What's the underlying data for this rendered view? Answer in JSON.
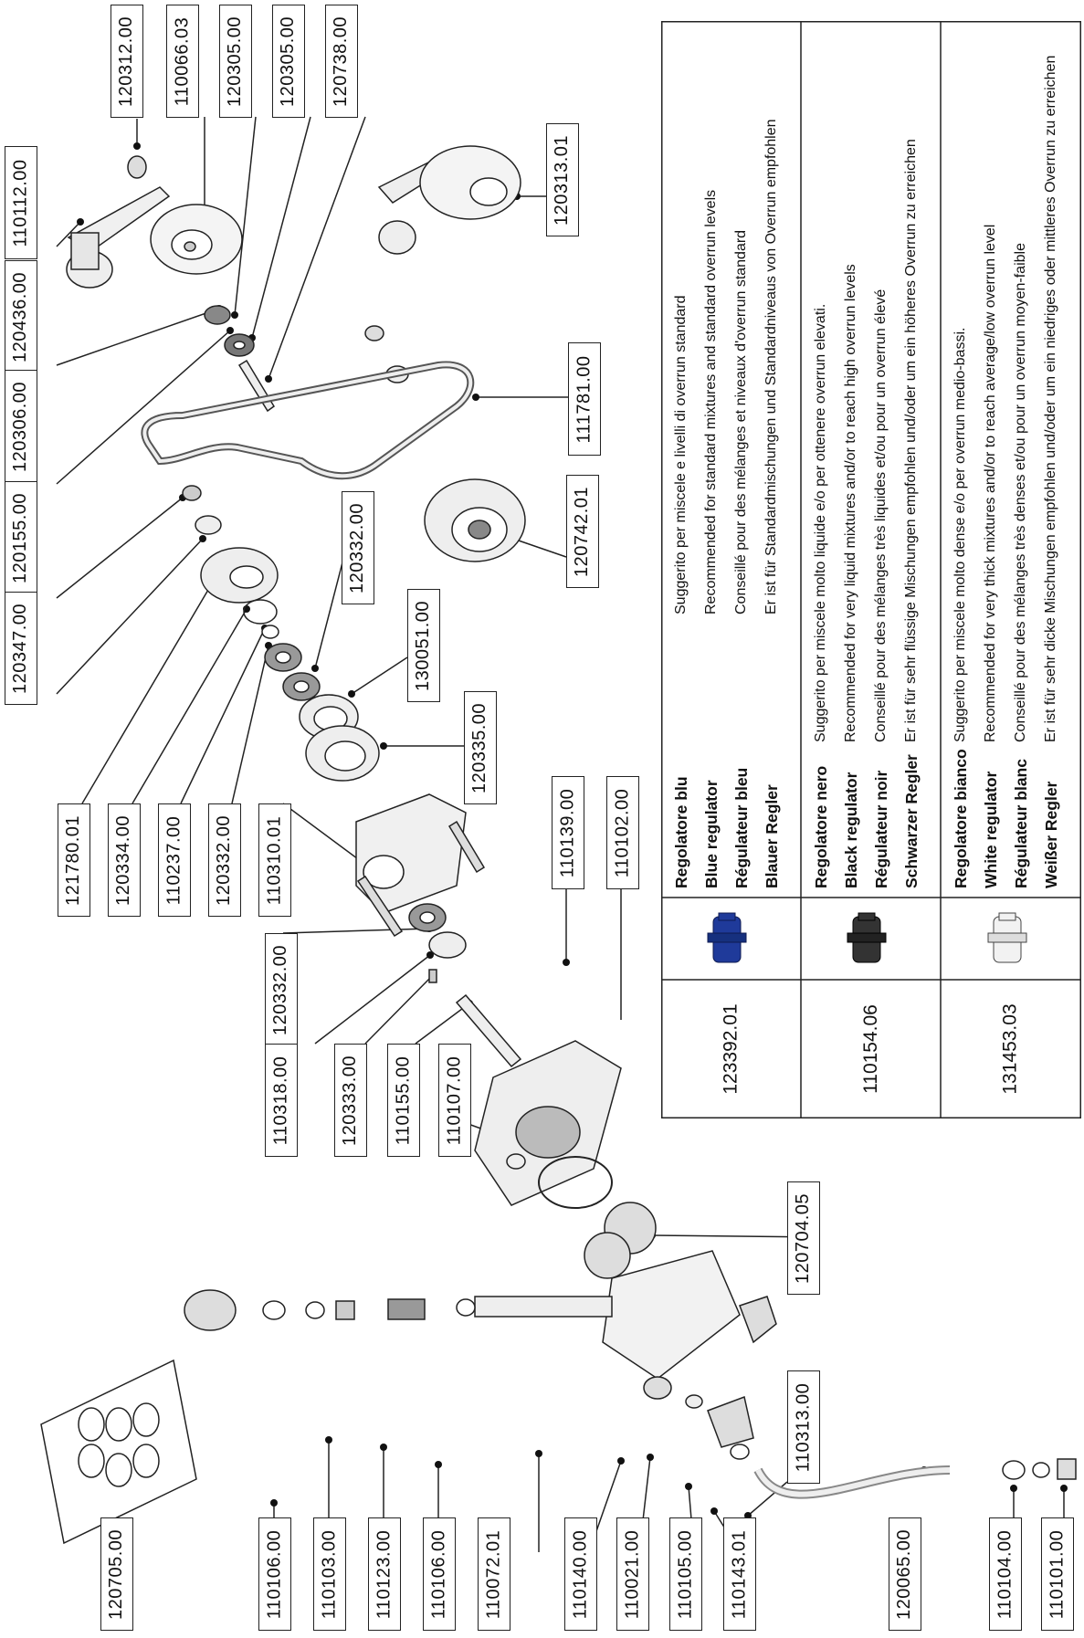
{
  "labels": [
    {
      "id": "120312",
      "text": "120312.00"
    },
    {
      "id": "110066",
      "text": "110066.03"
    },
    {
      "id": "120305a",
      "text": "120305.00"
    },
    {
      "id": "120305b",
      "text": "120305.00"
    },
    {
      "id": "120738",
      "text": "120738.00"
    },
    {
      "id": "110112",
      "text": "110112.00"
    },
    {
      "id": "120436",
      "text": "120436.00"
    },
    {
      "id": "120306",
      "text": "120306.00"
    },
    {
      "id": "120155",
      "text": "120155.00"
    },
    {
      "id": "120347",
      "text": "120347.00"
    },
    {
      "id": "120313",
      "text": "120313.01"
    },
    {
      "id": "111781",
      "text": "111781.00"
    },
    {
      "id": "120742",
      "text": "120742.01"
    },
    {
      "id": "120332a",
      "text": "120332.00"
    },
    {
      "id": "130051",
      "text": "130051.00"
    },
    {
      "id": "120335",
      "text": "120335.00"
    },
    {
      "id": "121780",
      "text": "121780.01"
    },
    {
      "id": "120334",
      "text": "120334.00"
    },
    {
      "id": "110237",
      "text": "110237.00"
    },
    {
      "id": "120332b",
      "text": "120332.00"
    },
    {
      "id": "110310",
      "text": "110310.01"
    },
    {
      "id": "110139",
      "text": "110139.00"
    },
    {
      "id": "110102",
      "text": "110102.00"
    },
    {
      "id": "120332c",
      "text": "120332.00"
    },
    {
      "id": "110318",
      "text": "110318.00"
    },
    {
      "id": "120333",
      "text": "120333.00"
    },
    {
      "id": "110155",
      "text": "110155.00"
    },
    {
      "id": "110107",
      "text": "110107.00"
    },
    {
      "id": "120704",
      "text": "120704.05"
    },
    {
      "id": "120705",
      "text": "120705.00"
    },
    {
      "id": "110106a",
      "text": "110106.00"
    },
    {
      "id": "110103",
      "text": "110103.00"
    },
    {
      "id": "110123",
      "text": "110123.00"
    },
    {
      "id": "110106b",
      "text": "110106.00"
    },
    {
      "id": "110072",
      "text": "110072.01"
    },
    {
      "id": "110140",
      "text": "110140.00"
    },
    {
      "id": "110021",
      "text": "110021.00"
    },
    {
      "id": "110105",
      "text": "110105.00"
    },
    {
      "id": "110143",
      "text": "110143.01"
    },
    {
      "id": "110313",
      "text": "110313.00"
    },
    {
      "id": "120065",
      "text": "120065.00"
    },
    {
      "id": "110104",
      "text": "110104.00"
    },
    {
      "id": "110101",
      "text": "110101.00"
    }
  ],
  "table": {
    "rows": [
      {
        "code": "123392.01",
        "color": "#1f3a9a",
        "names": [
          "Regolatore blu",
          "Blue regulator",
          "Régulateur bleu",
          "Blauer Regler"
        ],
        "descs": [
          "Suggerito per miscele e livelli di overrun standard",
          "Recommended for standard mixtures and standard overrun levels",
          "Conseillé pour des mélanges et niveaux d'overrun standard",
          "Er ist für Standardmischungen und Standardniveaus von Overrun empfohlen"
        ]
      },
      {
        "code": "110154.06",
        "color": "#2a2a2a",
        "names": [
          "Regolatore nero",
          "Black regulator",
          "Régulateur noir",
          "Schwarzer Regler"
        ],
        "descs": [
          "Suggerito per miscele molto liquide e/o per ottenere overrun elevati.",
          "Recommended for very liquid mixtures and/or to reach high overrun levels",
          "Conseillé pour des mélanges très liquides et/ou pour un overrun élevé",
          "Er ist für sehr flüssige Mischungen empfohlen und/oder um ein höheres Overrun zu erreichen"
        ]
      },
      {
        "code": "131453.03",
        "color": "#f2f2f2",
        "names": [
          "Regolatore bianco",
          "White regulator",
          "Régulateur blanc",
          "Weißer Regler"
        ],
        "descs": [
          "Suggerito per miscele molto dense e/o per overrun medio-bassi.",
          "Recommended for very thick mixtures and/or to reach average/low overrun level",
          "Conseillé pour des mélanges très denses et/ou pour un overrun moyen-faible",
          "Er ist für sehr dicke Mischungen empfohlen und/oder um ein niedriges oder mittleres Overrun zu erreichen"
        ]
      }
    ]
  }
}
